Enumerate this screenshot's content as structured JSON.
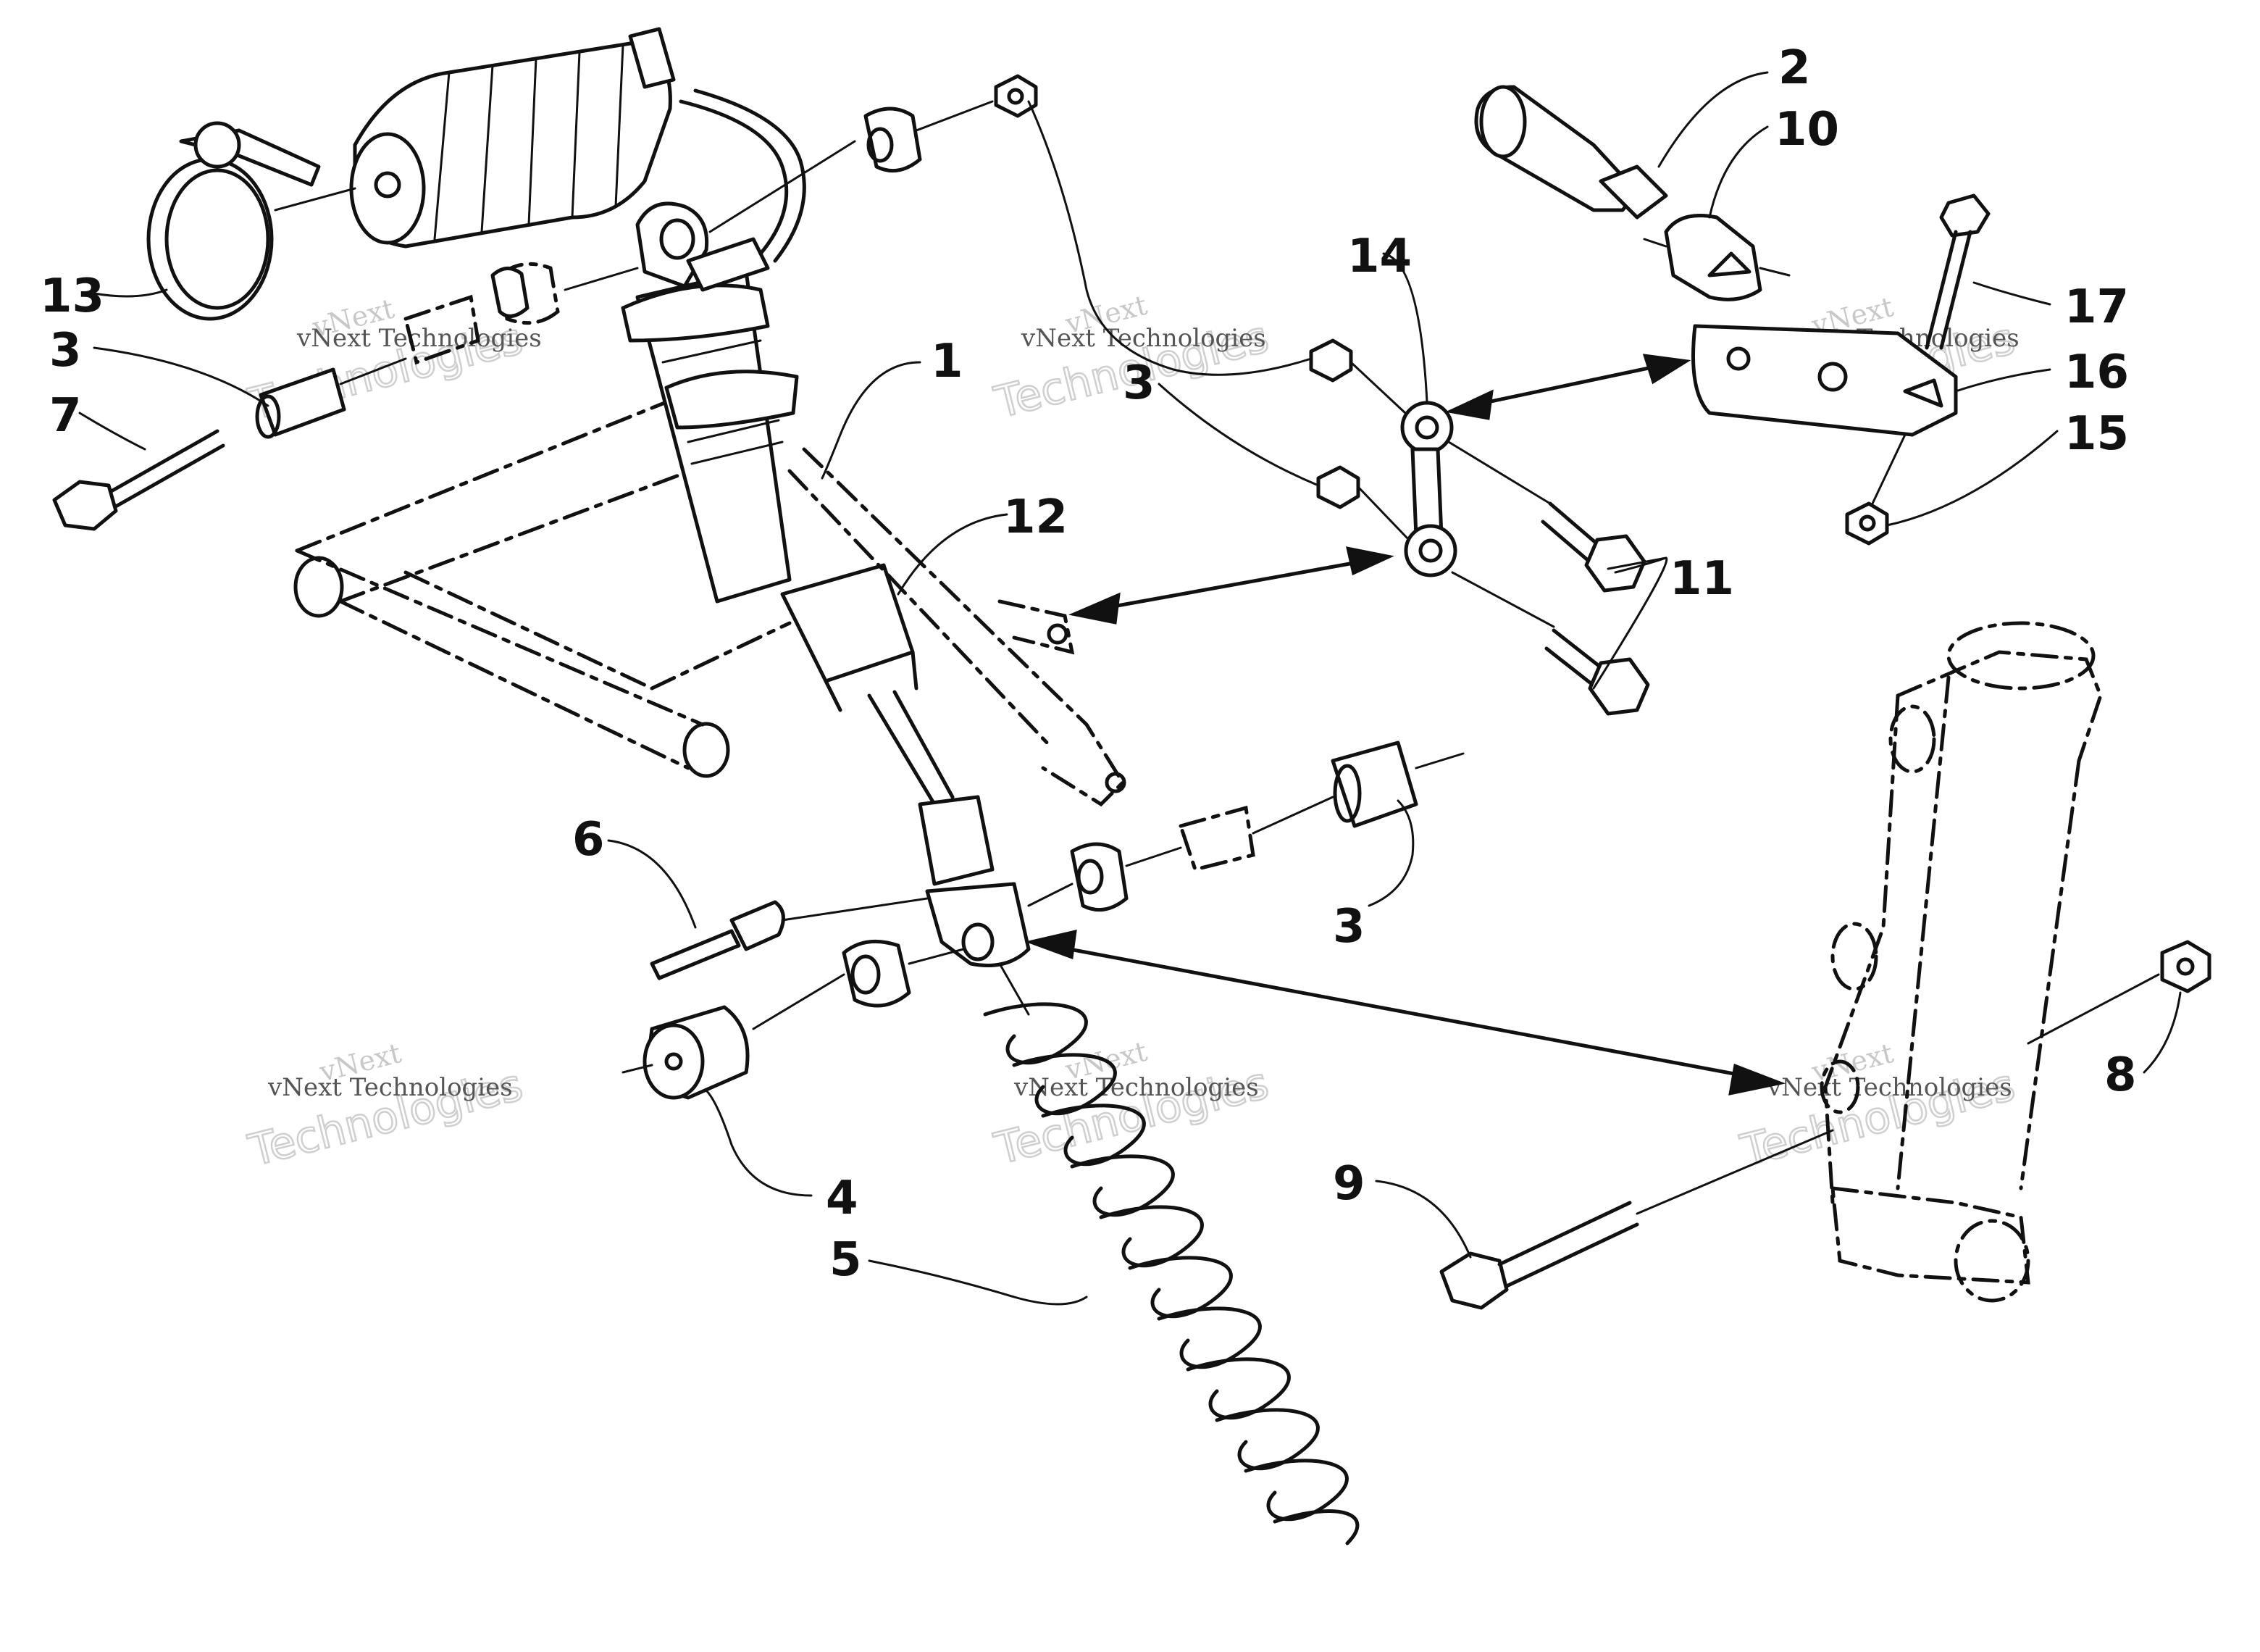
{
  "callouts": [
    {
      "id": "1",
      "text": "1"
    },
    {
      "id": "2",
      "text": "2"
    },
    {
      "id": "3a",
      "text": "3"
    },
    {
      "id": "3b",
      "text": "3"
    },
    {
      "id": "3c",
      "text": "3"
    },
    {
      "id": "4",
      "text": "4"
    },
    {
      "id": "5",
      "text": "5"
    },
    {
      "id": "6",
      "text": "6"
    },
    {
      "id": "7",
      "text": "7"
    },
    {
      "id": "8",
      "text": "8"
    },
    {
      "id": "9",
      "text": "9"
    },
    {
      "id": "10",
      "text": "10"
    },
    {
      "id": "11",
      "text": "11"
    },
    {
      "id": "12",
      "text": "12"
    },
    {
      "id": "13",
      "text": "13"
    },
    {
      "id": "14",
      "text": "14"
    },
    {
      "id": "15",
      "text": "15"
    },
    {
      "id": "16",
      "text": "16"
    },
    {
      "id": "17",
      "text": "17"
    }
  ],
  "watermark": {
    "line1": "vNext",
    "line2": "vNext Technologies",
    "line3": "Technologies"
  },
  "colors": {
    "ink": "#111111",
    "watermark_light": "#c8c8c8",
    "watermark_dark": "#555555"
  }
}
